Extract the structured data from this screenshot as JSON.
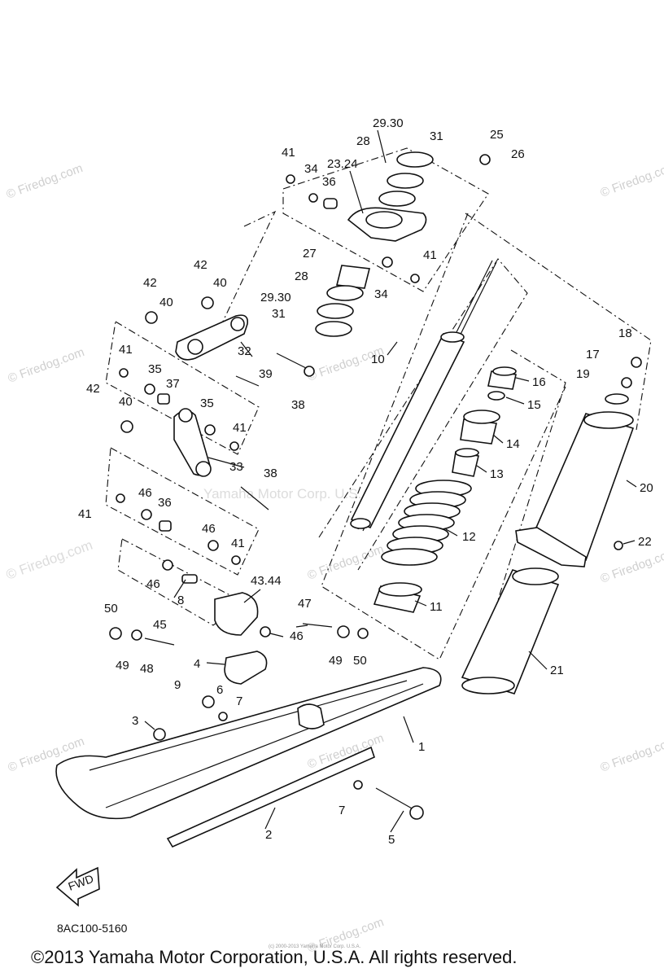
{
  "watermarks": {
    "site": "© Firedog.com",
    "maker": "Yamaha Motor Corp. U.S.A."
  },
  "callouts": [
    "1",
    "2",
    "3",
    "4",
    "5",
    "6",
    "7",
    "7",
    "8",
    "9",
    "10",
    "11",
    "12",
    "13",
    "14",
    "15",
    "16",
    "17",
    "18",
    "19",
    "20",
    "21",
    "22",
    "23.24",
    "25",
    "26",
    "27",
    "28",
    "28",
    "29.30",
    "29.30",
    "31",
    "31",
    "32",
    "33",
    "34",
    "34",
    "35",
    "35",
    "36",
    "36",
    "37",
    "38",
    "38",
    "39",
    "40",
    "40",
    "40",
    "41",
    "41",
    "41",
    "41",
    "41",
    "41",
    "42",
    "42",
    "42",
    "43.44",
    "45",
    "46",
    "46",
    "46",
    "46",
    "47",
    "48",
    "49",
    "49",
    "50",
    "50"
  ],
  "direction_badge": "FWD",
  "diagram_code": "8AC100-5160",
  "tiny_footer": "(c) 2000-2013 Yamaha Motor Corp. U.S.A.",
  "copyright": "©2013 Yamaha Motor Corporation, U.S.A. All rights reserved."
}
